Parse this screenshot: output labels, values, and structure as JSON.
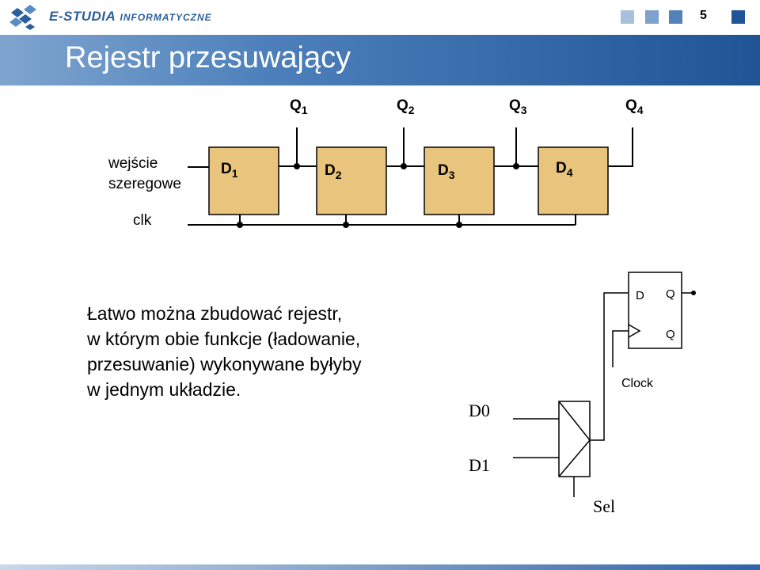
{
  "header": {
    "brand_main": "E-STUDIA",
    "brand_sub": "INFORMATYCZNE",
    "page_number": "5",
    "square_colors": [
      "#a8c0dc",
      "#7ea2c9",
      "#5282b8",
      "#1f5496"
    ]
  },
  "slide": {
    "title": "Rejestr przesuwający",
    "paragraph": [
      "Łatwo można zbudować rejestr,",
      "w którym obie funkcje (ładowanie,",
      "przesuwanie) wykonywane byłyby",
      "w jednym układzie."
    ]
  },
  "shift_register": {
    "input_label_line1": "wejście",
    "input_label_line2": "szeregowe",
    "clk_label": "clk",
    "flipflops": [
      {
        "label": "D",
        "sub": "1"
      },
      {
        "label": "D",
        "sub": "2"
      },
      {
        "label": "D",
        "sub": "3"
      },
      {
        "label": "D",
        "sub": "4"
      }
    ],
    "outputs": [
      {
        "label": "Q",
        "sub": "1"
      },
      {
        "label": "Q",
        "sub": "2"
      },
      {
        "label": "Q",
        "sub": "3"
      },
      {
        "label": "Q",
        "sub": "4"
      }
    ],
    "box_color": "#e8c47c"
  },
  "mux_circuit": {
    "ff_d": "D",
    "ff_q": "Q",
    "ff_qbar": "Q",
    "clock_label": "Clock",
    "input0": "D0",
    "input1": "D1",
    "select": "Sel"
  }
}
